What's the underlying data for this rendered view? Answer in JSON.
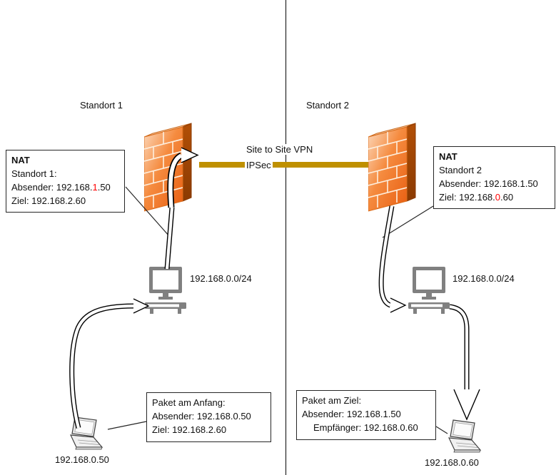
{
  "vpn": {
    "title": "Site to Site VPN",
    "subtitle": "IPSec",
    "color": "#bf9000"
  },
  "site1": {
    "title": "Standort 1",
    "nat": {
      "heading": "NAT",
      "subheading": "Standort 1:",
      "sender_prefix": "Absender: 192.168.",
      "sender_highlight": "1",
      "sender_suffix": ".50",
      "target": "Ziel: 192.168.2.60"
    },
    "network": "192.168.0.0/24",
    "laptop": "192.168.0.50",
    "packet": {
      "heading": "Paket am Anfang:",
      "sender": "Absender: 192.168.0.50",
      "target": "Ziel: 192.168.2.60"
    }
  },
  "site2": {
    "title": "Standort 2",
    "nat": {
      "heading": "NAT",
      "subheading": "Standort 2",
      "sender": "Absender: 192.168.1.50",
      "target_prefix": "Ziel: 192.168.",
      "target_highlight": "0",
      "target_suffix": ".60"
    },
    "network": "192.168.0.0/24",
    "laptop": "192.168.0.60",
    "packet": {
      "heading": "Paket am Ziel:",
      "sender": "Absender: 192.168.1.50",
      "receiver": "Empfänger: 192.168.0.60"
    }
  },
  "colors": {
    "highlight_red": "#ff0000",
    "vpn_gold": "#bf9000",
    "firewall_orange": "#ed6a1f",
    "device_gray": "#808080"
  },
  "icons": {
    "firewall": "firewall-brick-3d-icon",
    "pc": "desktop-pc-icon",
    "laptop": "laptop-icon",
    "nat_turn": "curved-right-arrow-icon",
    "flow": "hollow-right-arrow-icon",
    "delivery": "hollow-down-arrow-icon"
  }
}
